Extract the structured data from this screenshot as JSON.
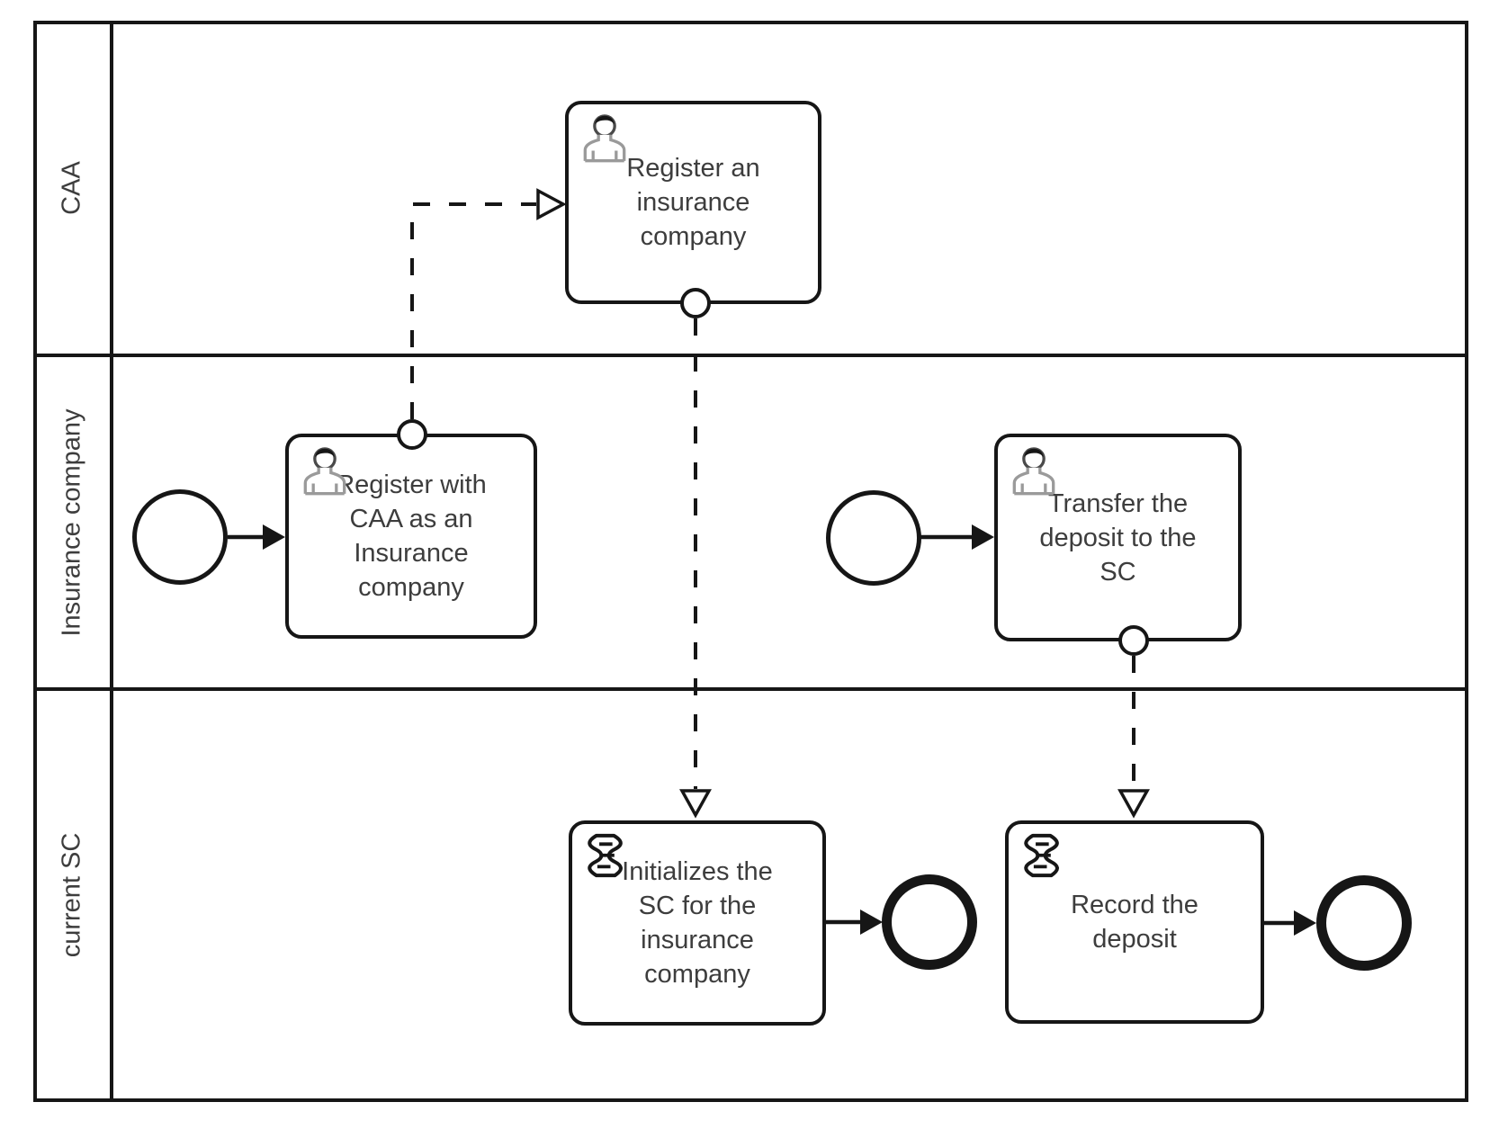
{
  "diagram": {
    "kind": "BPMN collaboration diagram",
    "lanes": [
      {
        "label": "CAA"
      },
      {
        "label": "Insurance company"
      },
      {
        "label": "current SC"
      }
    ],
    "tasks": [
      {
        "label": "Register an\ninsurance\ncompany",
        "lane": "CAA",
        "task_type": "user",
        "icon": "user-icon"
      },
      {
        "label": "Register with\nCAA as an\nInsurance\ncompany",
        "lane": "Insurance company",
        "task_type": "user",
        "icon": "user-icon"
      },
      {
        "label": "Transfer the\ndeposit to the\nSC",
        "lane": "Insurance company",
        "task_type": "user",
        "icon": "user-icon"
      },
      {
        "label": "Initializes the\nSC for the\ninsurance\ncompany",
        "lane": "current SC",
        "task_type": "script",
        "icon": "script-icon"
      },
      {
        "label": "Record the\ndeposit",
        "lane": "current SC",
        "task_type": "script",
        "icon": "script-icon"
      }
    ],
    "events": [
      {
        "type": "start",
        "connects_to": "Register with CAA as an Insurance company"
      },
      {
        "type": "start",
        "connects_to": "Transfer the deposit to the SC"
      },
      {
        "type": "end",
        "connects_from": "Initializes the SC for the insurance company"
      },
      {
        "type": "end",
        "connects_from": "Record the deposit"
      }
    ],
    "flows": {
      "sequence": [
        {
          "from": "start-event-1",
          "to": "Register with CAA as an Insurance company"
        },
        {
          "from": "start-event-2",
          "to": "Transfer the deposit to the SC"
        },
        {
          "from": "Initializes the SC for the insurance company",
          "to": "end-event-1"
        },
        {
          "from": "Record the deposit",
          "to": "end-event-2"
        }
      ],
      "message": [
        {
          "from": "Register with CAA as an Insurance company",
          "to": "Register an insurance company",
          "style": "dashed"
        },
        {
          "from": "Register an insurance company",
          "to": "Initializes the SC for the insurance company",
          "style": "dashed"
        },
        {
          "from": "Transfer the deposit to the SC",
          "to": "Record the deposit",
          "style": "dashed"
        }
      ]
    },
    "colors": {
      "stroke": "#161616",
      "text": "#3d3d3d",
      "background": "#ffffff"
    }
  }
}
